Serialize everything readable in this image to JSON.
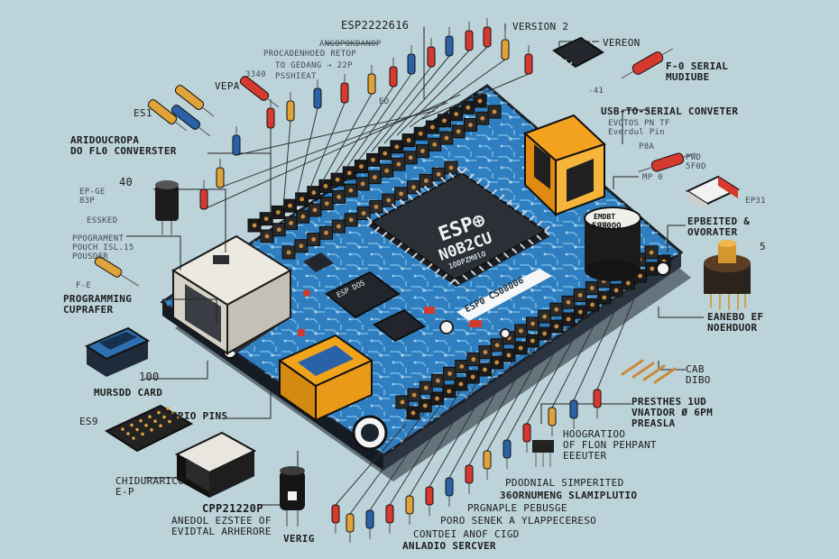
{
  "chip": {
    "brand": "ESP⊕",
    "model": "N0B2CU",
    "sub": "1ODPZM0lO"
  },
  "cap_label": {
    "line1": "EMDBT",
    "line2": "ЕЯЯ0ОО"
  },
  "board_strip": "ESP0 CS08006",
  "small_chip": "ESP DOS",
  "labels": {
    "top_center": "ESP2222616",
    "top_sub1": "ANGOPOKDANOP",
    "top_sub2": "PROCADENHOED RETOP",
    "top_sub3": "TO GEDANG ⇢ 22P",
    "top_sub4": "PSSHIEAT",
    "version": "VERSION 2",
    "veron": "VEREON",
    "serial": "F-0 SERIAL\nMUDIUBE",
    "vepa": "VEPA",
    "n3340": "3340",
    "ed": "ED",
    "es1": "ES1",
    "arduino": "ARIDOUCROPA\nDO FL0 CONVERSTER",
    "n40": "40",
    "ep_ge": "EP-GE\n83P",
    "essked": "ESSKED",
    "program": "PPOGRAMENT\nPOUCH ISL.15\nPOUSDER",
    "fe": "F-E",
    "programming": "PROGRAMMING\nCUPRAFER",
    "usb": "USB-TO-SERIAL CONVETER",
    "usb_sub": "EVOTOS PN TF\nEverdul Pin",
    "p8a": "P8A",
    "pwd": "PWD\n5F0D",
    "mp": "MP 0",
    "ep31": "EP31",
    "epbeited": "EPBEITED &\nOVORATER",
    "n5": "5",
    "eanebo": "EANEBO EF\nNOEHDUOR",
    "cab": "CAB\nDIBO",
    "presthes": "PRESTHES 1UD\nVNATDOR Ø 6PM\nPREASLA",
    "n100": "100",
    "mursdd": "MURSDD CARD",
    "gpio": "GPIO PINS",
    "es9": "ES9",
    "hoo": "HOOGRATIOO\nOF FLON PEHPANT\nEEEUTER",
    "podo": "PDODNIAL SIMPERITED",
    "n36": "36ORNUMENG SLAMIPLUTIO",
    "prgn": "PRGNAPLE PEBUSGE",
    "poro": "PORO SENEK A YLAPPECERESO",
    "contdei": "CONTDEI ANOF CIGD",
    "anladio": "ANLADIO SERCVER",
    "verig": "VERIG",
    "cpp": "CPP21220P",
    "anedol": "ANEDOL EZSTEE OF\nEVIDTAL ARHERORE",
    "chid": "CHIDURARICO\nE-P",
    "n41": "-41",
    "n1": "r"
  }
}
